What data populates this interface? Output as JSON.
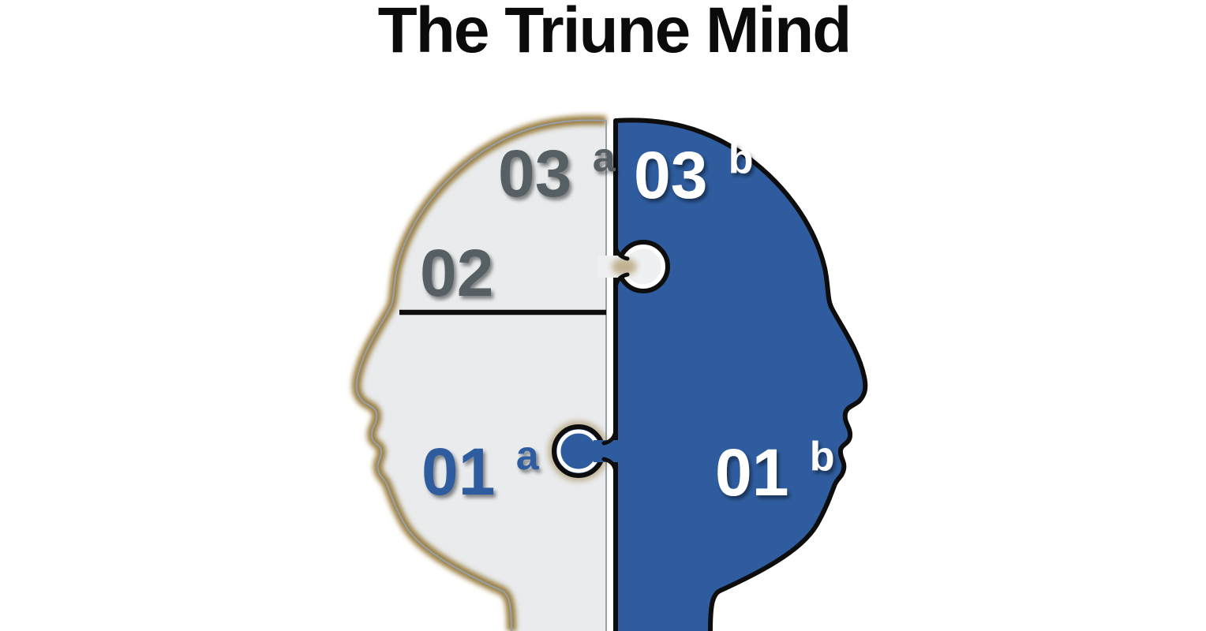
{
  "title": "The Triune Mind",
  "colors": {
    "blue": "#2e5c9e",
    "light_gray": "#e9ebed",
    "label_gray": "#575e64",
    "label_white": "#ffffff",
    "outline_black": "#0d0d0d",
    "glow_brown": "#8a671c"
  },
  "diagram": {
    "left_head": {
      "labels": {
        "top": {
          "text": "03",
          "sup": "a"
        },
        "middle": {
          "text": "02"
        },
        "bottom": {
          "text": "01",
          "sup": "a"
        }
      }
    },
    "right_head": {
      "labels": {
        "top": {
          "text": "03",
          "sup": "b"
        },
        "bottom": {
          "text": "01",
          "sup": "b"
        }
      }
    }
  }
}
